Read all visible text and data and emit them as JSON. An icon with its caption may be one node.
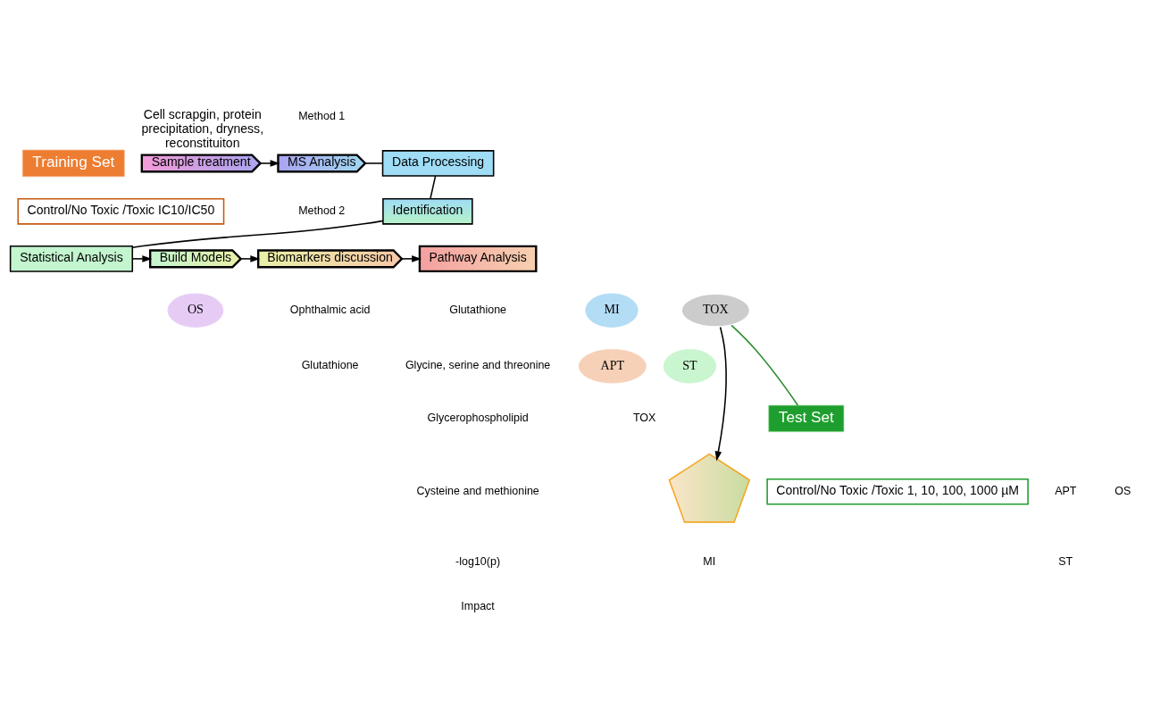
{
  "diagram": {
    "nodes": [
      {
        "text": [
          "Training Set"
        ]
      },
      {
        "text": [
          "Control/No Toxic /Toxic IC10/IC50"
        ]
      },
      {
        "text": [
          "Sample treatment"
        ],
        "beside": [
          "Cell scrapgin, protein precipitation, dryness, reconstituiton"
        ]
      },
      {
        "text": [
          "MS Analysis"
        ]
      },
      {
        "text": [
          "Data Processing"
        ]
      },
      {
        "text": [
          "Identification"
        ]
      },
      {
        "text": [
          "Statistical Analysis"
        ]
      },
      {
        "text": [
          "Build Models"
        ]
      },
      {
        "text": [
          "Biomarkers discussion"
        ]
      },
      {
        "text": [
          "Pathway Analysis"
        ]
      },
      {
        "text": [
          "OS"
        ]
      },
      {
        "text": [
          "MI"
        ]
      },
      {
        "text": [
          "TOX"
        ]
      },
      {
        "text": [
          "APT"
        ]
      },
      {
        "text": [
          "ST"
        ]
      },
      {
        "text": [
          "Test Set"
        ]
      },
      {
        "text": [
          "Control/No Toxic /Toxic 1, 10, 100, 1000 µM"
        ]
      },
      {
        "text": [],
        "shape": "picture"
      }
    ],
    "edges": [
      {
        "from": 2,
        "to": 3,
        "arrow": "to"
      },
      {
        "from": 3,
        "to": 4,
        "arrow": "none"
      },
      {
        "from": 4,
        "to": 5,
        "arrow": "none"
      },
      {
        "from": 5,
        "to": 6,
        "arrow": "none"
      },
      {
        "from": 6,
        "to": 7,
        "arrow": "to"
      },
      {
        "from": 7,
        "to": 8,
        "arrow": "to"
      },
      {
        "from": 8,
        "to": 9,
        "arrow": "to"
      },
      {
        "from": 15,
        "to": 12,
        "arrow": "none",
        "color": "#2e8b2e"
      },
      {
        "from": 12,
        "to": 17,
        "arrow": "to"
      }
    ],
    "labels": [
      "Method 1",
      "Method 2",
      "Glutathione",
      "Glycine, serine and threonine",
      "Glycerophospholipid",
      "Cysteine and methionine",
      "-log10(p)",
      "Impact",
      "Ophthalmic acid",
      "Glutathione",
      "TOX",
      "APT",
      "OS",
      "ST",
      "MI"
    ]
  }
}
